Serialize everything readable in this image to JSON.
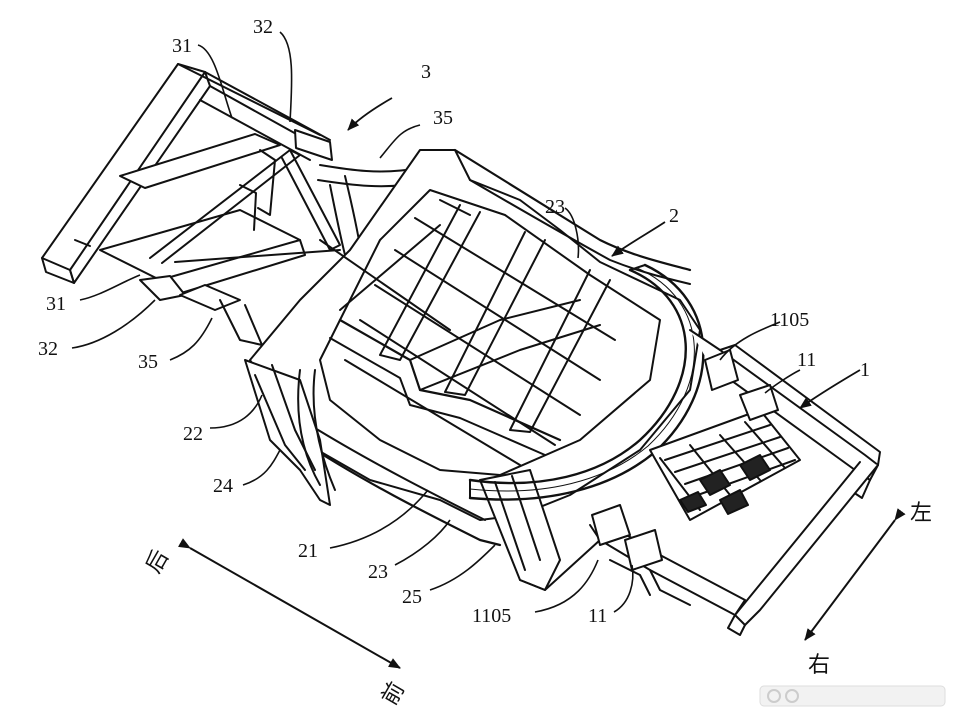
{
  "callouts": [
    {
      "id": "c31a",
      "text": "31"
    },
    {
      "id": "c32a",
      "text": "32"
    },
    {
      "id": "c3",
      "text": "3"
    },
    {
      "id": "c35a",
      "text": "35"
    },
    {
      "id": "c23a",
      "text": "23"
    },
    {
      "id": "c2",
      "text": "2"
    },
    {
      "id": "c1105a",
      "text": "1105"
    },
    {
      "id": "c11a",
      "text": "11"
    },
    {
      "id": "c1",
      "text": "1"
    },
    {
      "id": "c31b",
      "text": "31"
    },
    {
      "id": "c32b",
      "text": "32"
    },
    {
      "id": "c35b",
      "text": "35"
    },
    {
      "id": "c22",
      "text": "22"
    },
    {
      "id": "c24",
      "text": "24"
    },
    {
      "id": "c21",
      "text": "21"
    },
    {
      "id": "c23b",
      "text": "23"
    },
    {
      "id": "c25",
      "text": "25"
    },
    {
      "id": "c1105b",
      "text": "1105"
    },
    {
      "id": "c11b",
      "text": "11"
    }
  ],
  "directions": {
    "rear": "后",
    "front": "前",
    "left": "左",
    "right": "右"
  },
  "watermark": "",
  "colors": {
    "line": "#111111",
    "background": "#ffffff"
  }
}
